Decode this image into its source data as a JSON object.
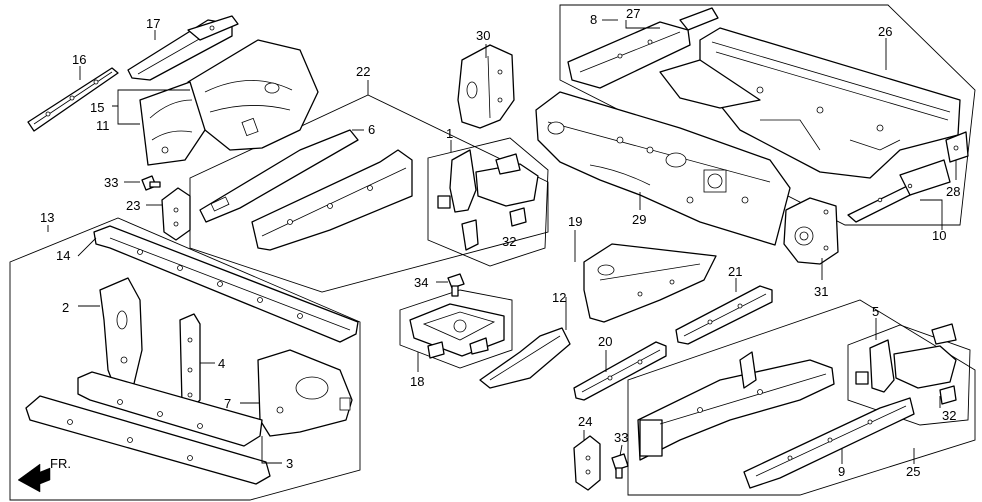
{
  "callouts": {
    "c1": "1",
    "c2": "2",
    "c3": "3",
    "c4": "4",
    "c5": "5",
    "c6": "6",
    "c7": "7",
    "c8": "8",
    "c9": "9",
    "c10": "10",
    "c11": "11",
    "c12": "12",
    "c13": "13",
    "c14": "14",
    "c15": "15",
    "c16": "16",
    "c17": "17",
    "c18": "18",
    "c19": "19",
    "c20": "20",
    "c21": "21",
    "c22": "22",
    "c23": "23",
    "c24": "24",
    "c25": "25",
    "c26": "26",
    "c27": "27",
    "c28": "28",
    "c29": "29",
    "c30": "30",
    "c31": "31",
    "c32a": "32",
    "c32b": "32",
    "c33a": "33",
    "c33b": "33",
    "c34": "34"
  },
  "front_indicator": "FR.",
  "icons": {
    "front": "front-direction-arrow-icon"
  }
}
